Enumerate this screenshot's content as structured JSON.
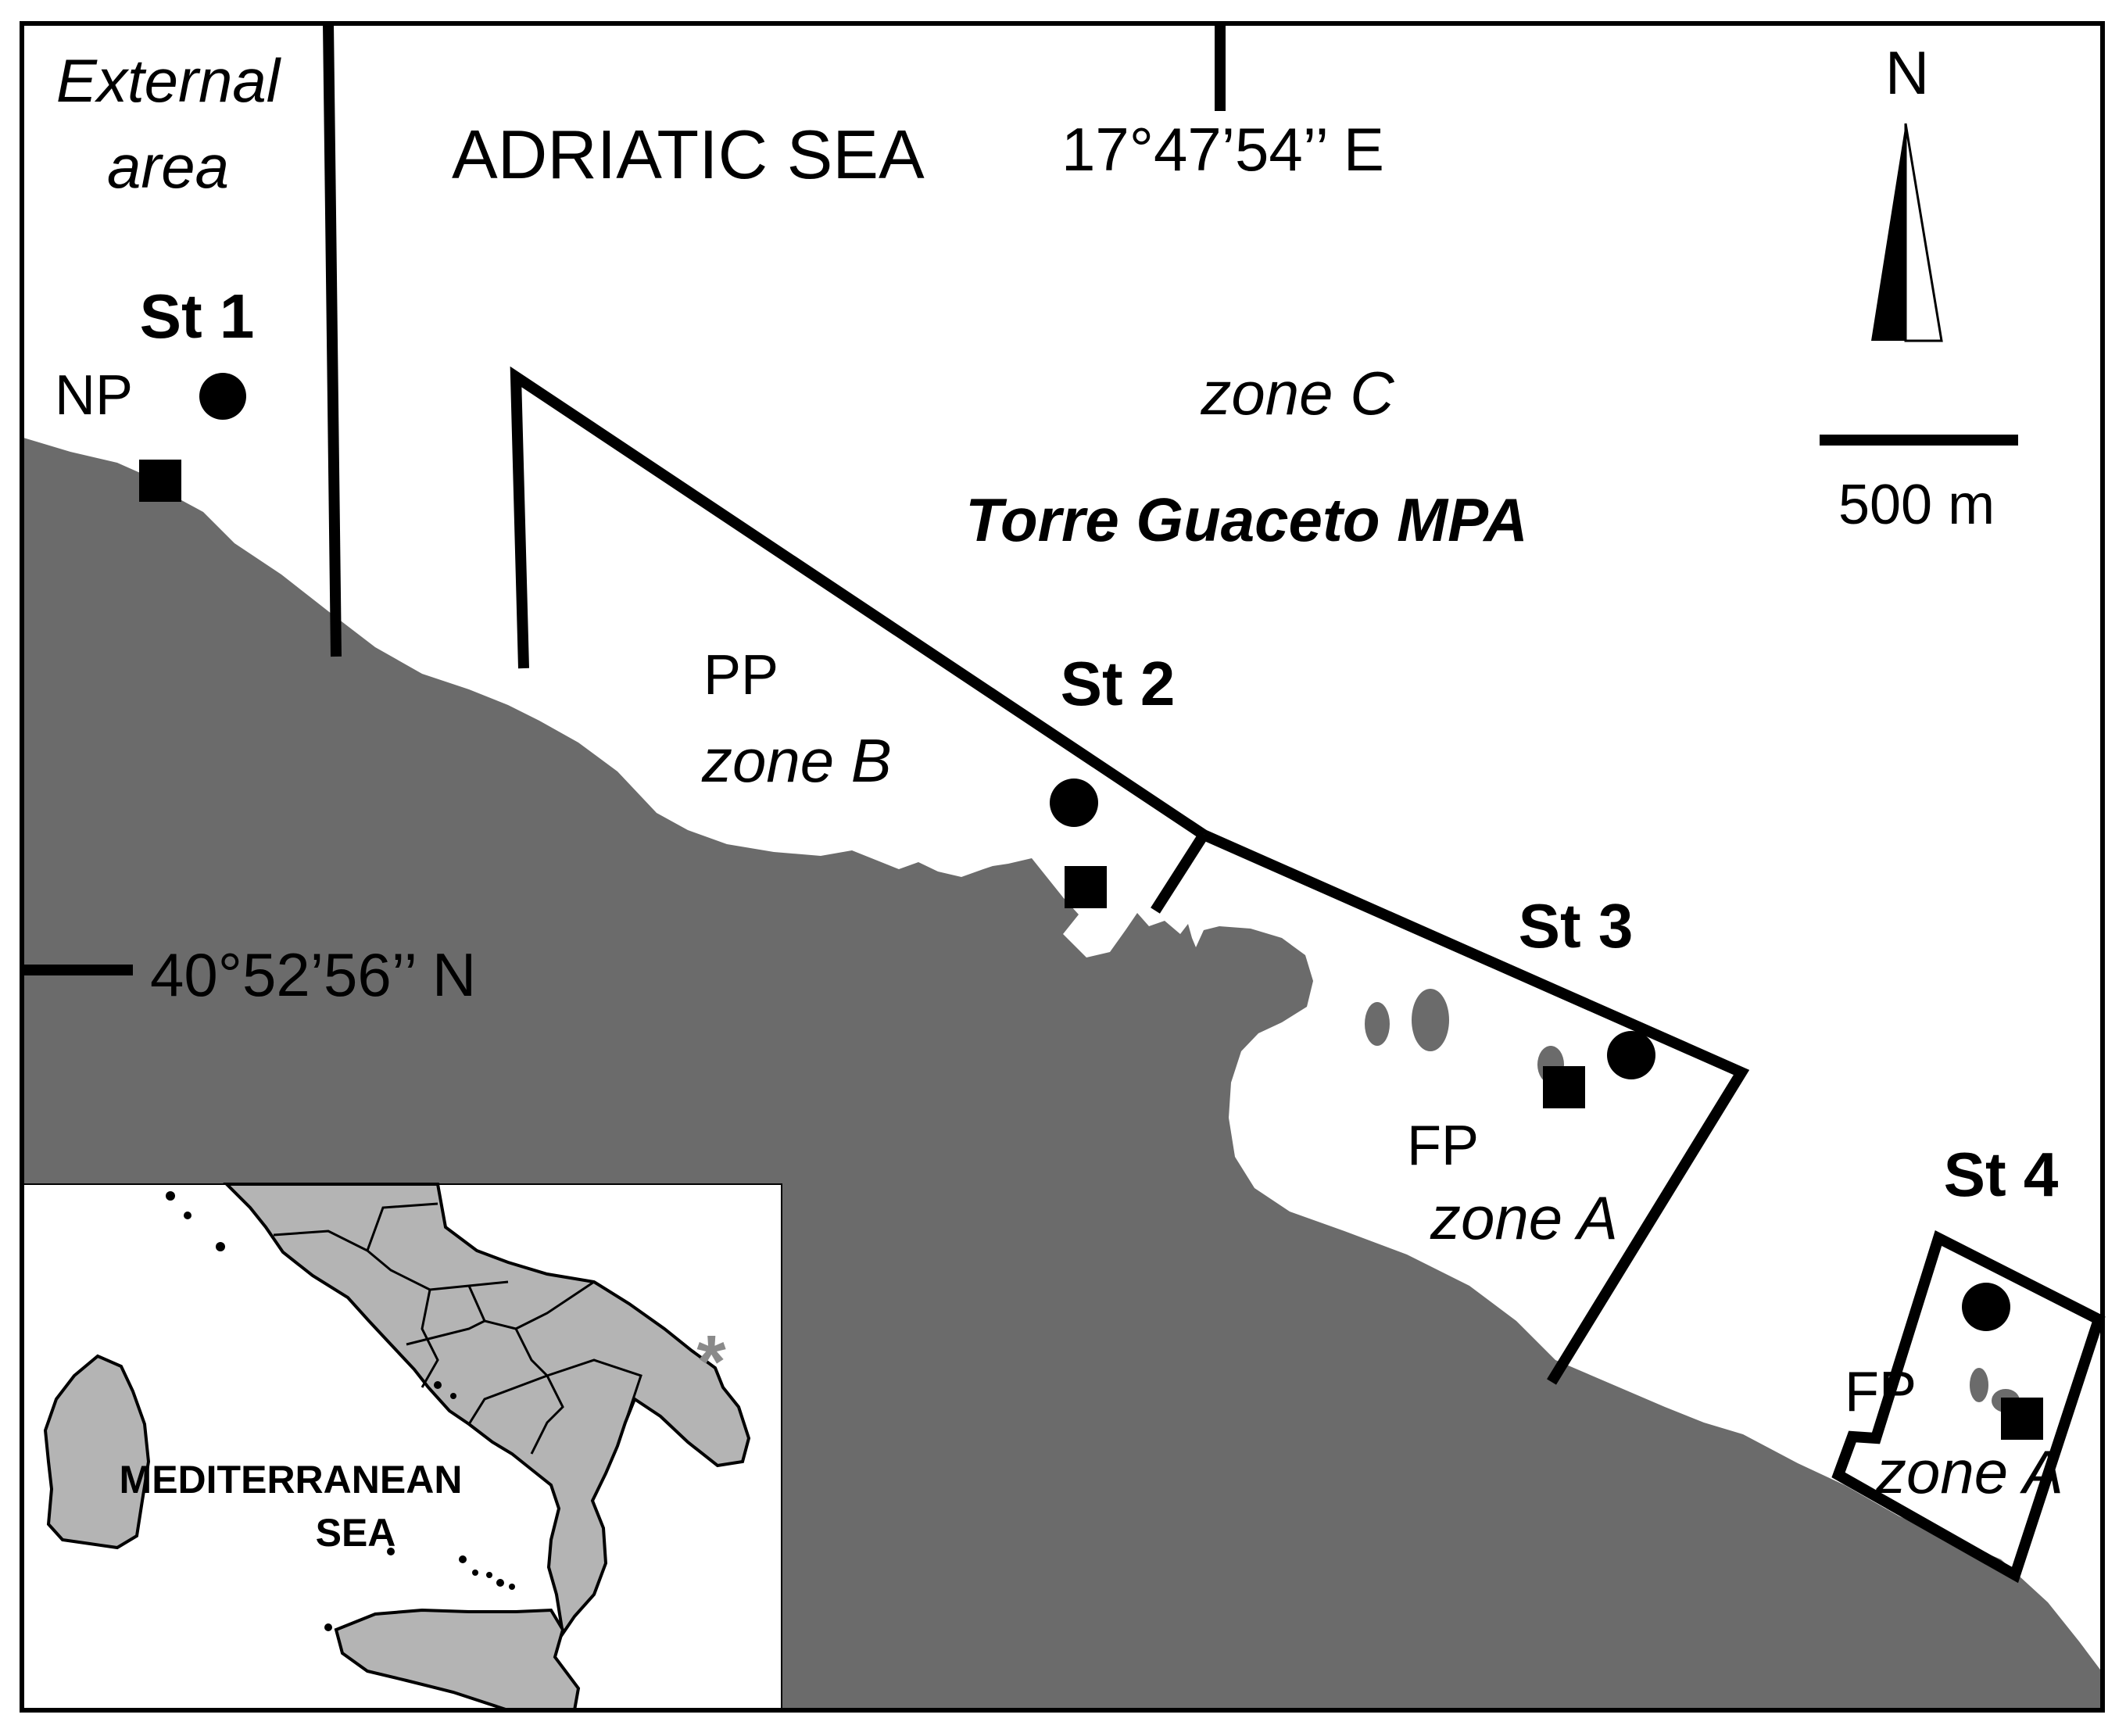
{
  "labels": {
    "external_area": [
      "External",
      "area"
    ],
    "sea_name": "ADRIATIC SEA",
    "longitude": "17°47’54’’ E",
    "latitude": "40°52’56’’ N",
    "mpa_name": "Torre Guaceto MPA",
    "zone_c": "zone C",
    "north": "N",
    "scale_bar": "500 m"
  },
  "stations": [
    {
      "id": "St 1",
      "protection": "NP",
      "zone": ""
    },
    {
      "id": "St 2",
      "protection": "PP",
      "zone": "zone B"
    },
    {
      "id": "St 3",
      "protection": "FP",
      "zone": "zone A"
    },
    {
      "id": "St 4",
      "protection": "FP",
      "zone": "zone A"
    }
  ],
  "inset": {
    "label_line1": "MEDITERRANEAN",
    "label_line2": "SEA",
    "marker": "*"
  },
  "colors": {
    "land": "#6b6b6b",
    "sea": "#ffffff",
    "inset_land": "#b4b4b4",
    "inset_marker": "#8a8a8a",
    "boundary": "#000000"
  }
}
